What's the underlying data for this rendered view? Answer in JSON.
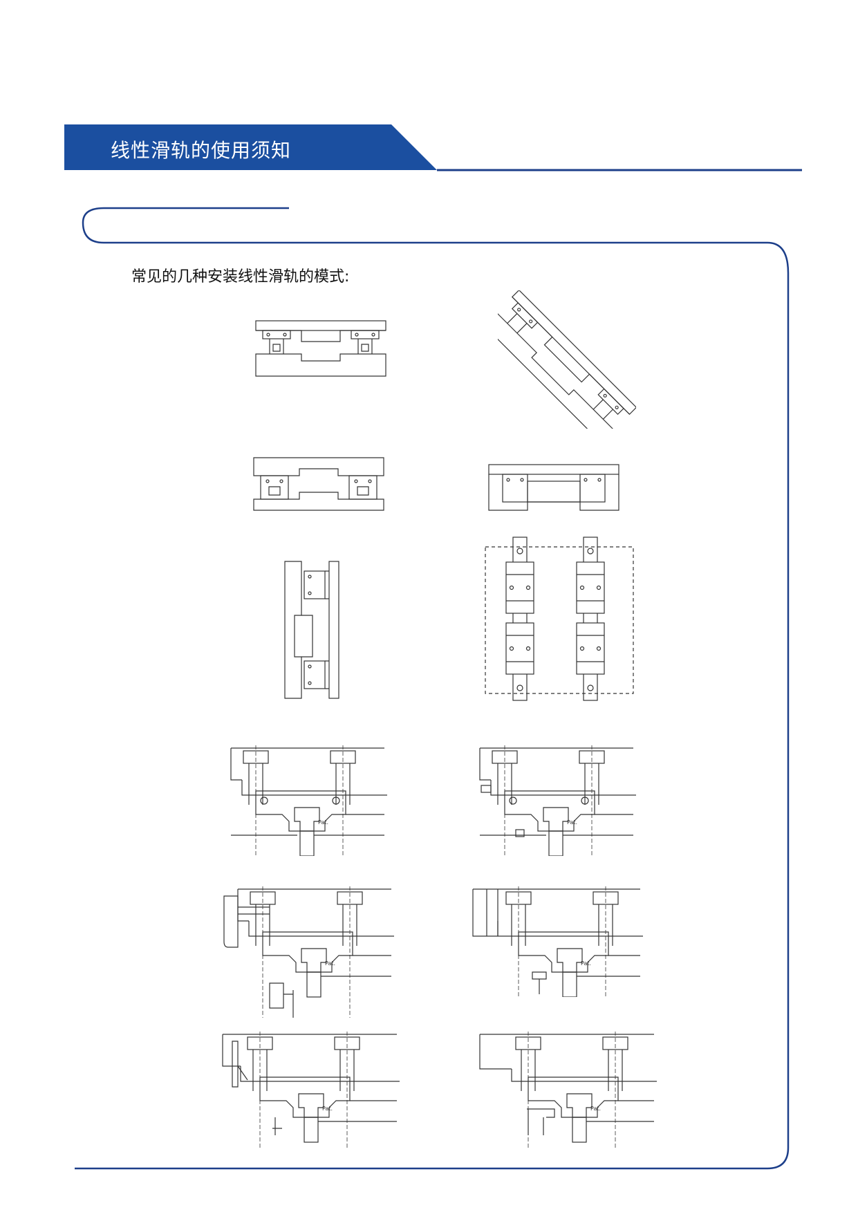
{
  "header": {
    "title": "线性滑轨的使用须知"
  },
  "content": {
    "intro": "常见的几种安装线性滑轨的模式:"
  },
  "colors": {
    "accent": "#1b4fa0",
    "line": "#1d3f8a",
    "drawing": "#333333"
  },
  "figures": [
    {
      "name": "mount-horizontal-facing"
    },
    {
      "name": "mount-inclined"
    },
    {
      "name": "mount-horizontal-opposed"
    },
    {
      "name": "mount-inverted"
    },
    {
      "name": "mount-vertical-wall"
    },
    {
      "name": "mount-top-view-dual-rail"
    },
    {
      "name": "fixing-method-1"
    },
    {
      "name": "fixing-method-2"
    },
    {
      "name": "fixing-method-3"
    },
    {
      "name": "fixing-method-4"
    },
    {
      "name": "fixing-method-5"
    },
    {
      "name": "fixing-method-6"
    }
  ]
}
